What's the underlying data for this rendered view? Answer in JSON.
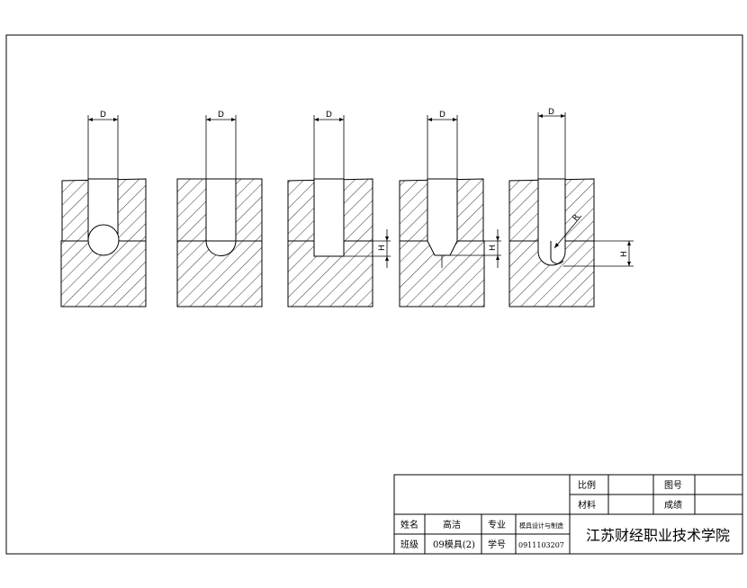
{
  "figures": [
    {
      "id": "fig1",
      "dim_label": "D"
    },
    {
      "id": "fig2",
      "dim_label": "D"
    },
    {
      "id": "fig3",
      "dim_label": "D",
      "height_label": "H"
    },
    {
      "id": "fig4",
      "dim_label": "D",
      "height_label": "H"
    },
    {
      "id": "fig5",
      "dim_label": "D",
      "height_label": "H",
      "radius_label": "R"
    }
  ],
  "title_block": {
    "scale_label": "比例",
    "drawing_no_label": "图号",
    "material_label": "材料",
    "grade_label": "成绩",
    "name_label": "姓名",
    "name_value": "高洁",
    "major_label": "专业",
    "major_value": "模具设计与制造",
    "class_label": "班级",
    "class_value": "09模具(2)",
    "student_no_label": "学号",
    "student_no_value": "0911103207",
    "school": "江苏财经职业技术学院"
  }
}
